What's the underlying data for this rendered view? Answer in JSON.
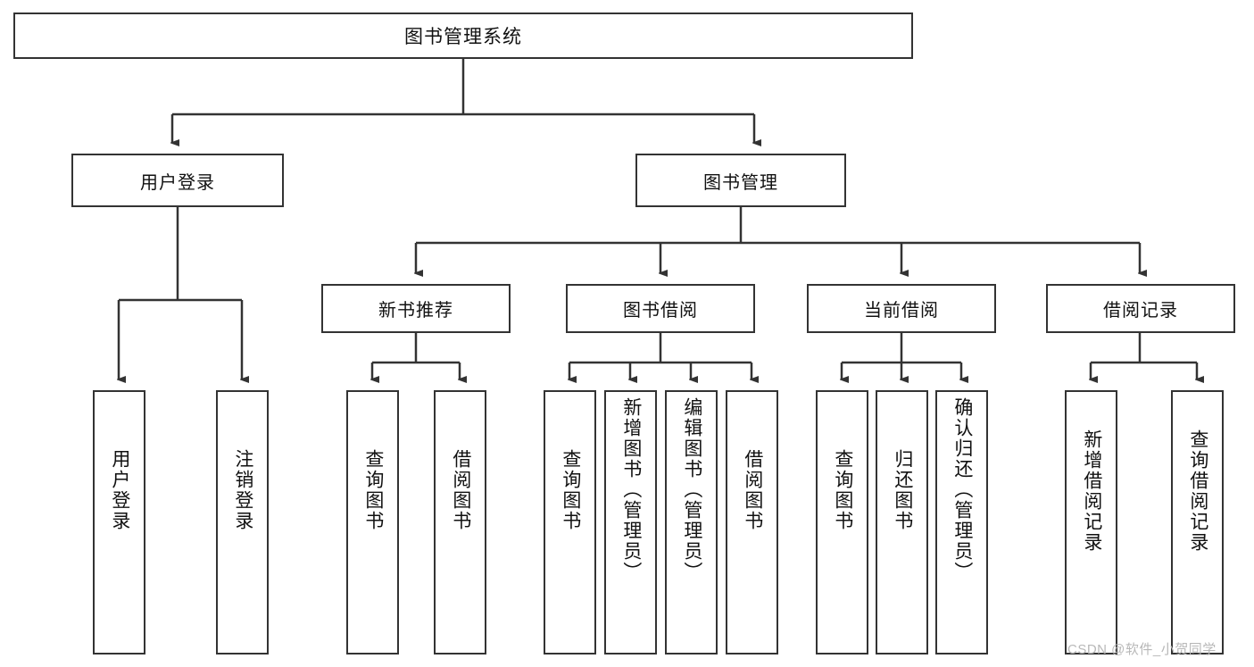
{
  "diagram": {
    "type": "tree",
    "title": "图书管理系统",
    "root": {
      "label": "图书管理系统"
    },
    "level2": [
      {
        "label": "用户登录"
      },
      {
        "label": "图书管理"
      }
    ],
    "level3": [
      {
        "label": "新书推荐"
      },
      {
        "label": "图书借阅"
      },
      {
        "label": "当前借阅"
      },
      {
        "label": "借阅记录"
      }
    ],
    "leaves": {
      "user_login": [
        {
          "label": "用户登录"
        },
        {
          "label": "注销登录"
        }
      ],
      "new_book_recommend": [
        {
          "label": "查询图书"
        },
        {
          "label": "借阅图书"
        }
      ],
      "book_borrow": [
        {
          "label": "查询图书"
        },
        {
          "label": "新增图书（管理员）"
        },
        {
          "label": "编辑图书（管理员）"
        },
        {
          "label": "借阅图书"
        }
      ],
      "current_borrow": [
        {
          "label": "查询图书"
        },
        {
          "label": "归还图书"
        },
        {
          "label": "确认归还（管理员）"
        }
      ],
      "borrow_record": [
        {
          "label": "新增借阅记录"
        },
        {
          "label": "查询借阅记录"
        }
      ]
    }
  },
  "watermark": {
    "text": "CSDN @软件_小贺同学"
  },
  "colors": {
    "box_border": "#333333",
    "box_fill": "#ffffff",
    "text": "#111111",
    "connector": "#333333",
    "watermark": "#b8b8b8"
  }
}
